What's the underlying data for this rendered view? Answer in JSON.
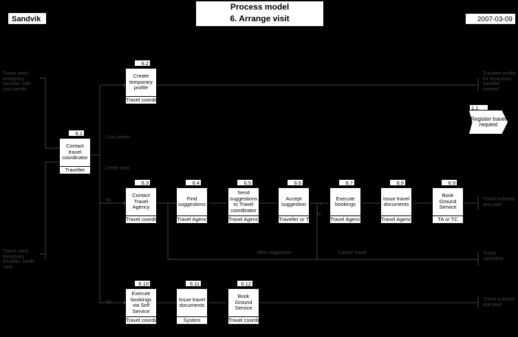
{
  "header": {
    "title_line1": "Process model",
    "title_line2": "6. Arrange visit",
    "company": "Sandvik",
    "date": "2007-03-09"
  },
  "activities": [
    {
      "id": "6.1",
      "label": "Contact travel coordinator",
      "role": "Traveller"
    },
    {
      "id": "6.2",
      "label": "Create temporary profile",
      "role": "Travel coordinator"
    },
    {
      "id": "6.3",
      "label": "Contact Travel Agency",
      "role": "Travel coordinator"
    },
    {
      "id": "6.4",
      "label": "Find suggestions",
      "role": "Travel Agency"
    },
    {
      "id": "6.5",
      "label": "Send suggestions to Travel coordinator",
      "role": "Travel Agency"
    },
    {
      "id": "6.6",
      "label": "Accept suggestion",
      "role": "Traveller or TC"
    },
    {
      "id": "6.7",
      "label": "Execute bookings",
      "role": "Travel Agency"
    },
    {
      "id": "6.8",
      "label": "Issue travel documents",
      "role": "Travel Agency"
    },
    {
      "id": "6.9",
      "label": "Book Ground Service",
      "role": "TA or TC"
    },
    {
      "id": "6.10",
      "label": "Execute bookings via Self Service",
      "role": "Travel coordinator"
    },
    {
      "id": "6.11",
      "label": "Issue travel documents",
      "role": "System"
    },
    {
      "id": "6.12",
      "label": "Book Ground Service",
      "role": "Travel coordinator"
    }
  ],
  "register": {
    "id": "1.1",
    "label": "Register travel request"
  },
  "inputs": {
    "top": "Travel need, temporary traveller, with cost center",
    "bottom": "Travel need, temporary traveller, credit card"
  },
  "outputs": {
    "profile": "Traveller profile for temporary traveller created",
    "ta": "Travel ordered and paid",
    "cancel": "Travel cancelled",
    "ss": "Travel ordered and paid"
  },
  "branches": {
    "cost_center": "Cost center",
    "credit_card": "Credit card",
    "ta": "TA",
    "ss": "SS",
    "yes": "Y",
    "no": "N",
    "new_suggestion": "New suggestion",
    "cancel_travel": "Cancel travel"
  }
}
